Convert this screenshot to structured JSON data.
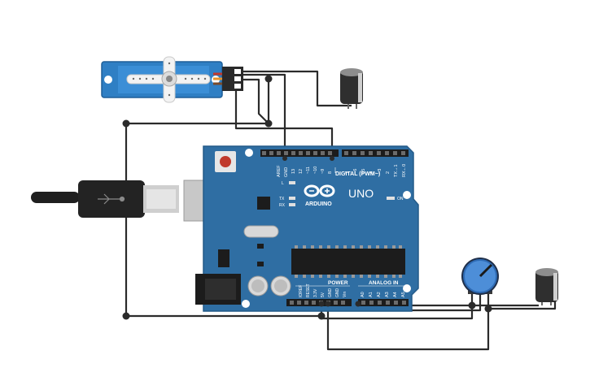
{
  "board": {
    "model": "UNO",
    "brand": "ARDUINO",
    "digital_header": "DIGITAL (PWM~)",
    "analog_header": "ANALOG IN",
    "power_header": "POWER",
    "led_on": "ON",
    "led_l": "L",
    "led_tx": "TX",
    "led_rx": "RX",
    "digital_pins": [
      "AREF",
      "GND",
      "13",
      "12",
      "~11",
      "~10",
      "~9",
      "8",
      "7",
      "~6",
      "~5",
      "4",
      "~3",
      "2",
      "TX→1",
      "RX←0"
    ],
    "power_pins": [
      "IOREF",
      "RESET",
      "3.3V",
      "5V",
      "GND",
      "GND",
      "Vin"
    ],
    "analog_pins": [
      "A0",
      "A1",
      "A2",
      "A3",
      "A4",
      "A5"
    ]
  },
  "colors": {
    "board": "#2f6ea3",
    "board_edge": "#245a88",
    "wire": "#2b2b2b",
    "servo": "#2f7fc4",
    "pot": "#4d8ed8",
    "capacitor": "#2f2f2f"
  },
  "icons": {
    "usb_plug": "usb-cable-icon",
    "servo": "servo-motor-icon",
    "potentiometer": "potentiometer-icon",
    "capacitor": "capacitor-icon",
    "logo": "arduino-infinity-logo-icon"
  }
}
